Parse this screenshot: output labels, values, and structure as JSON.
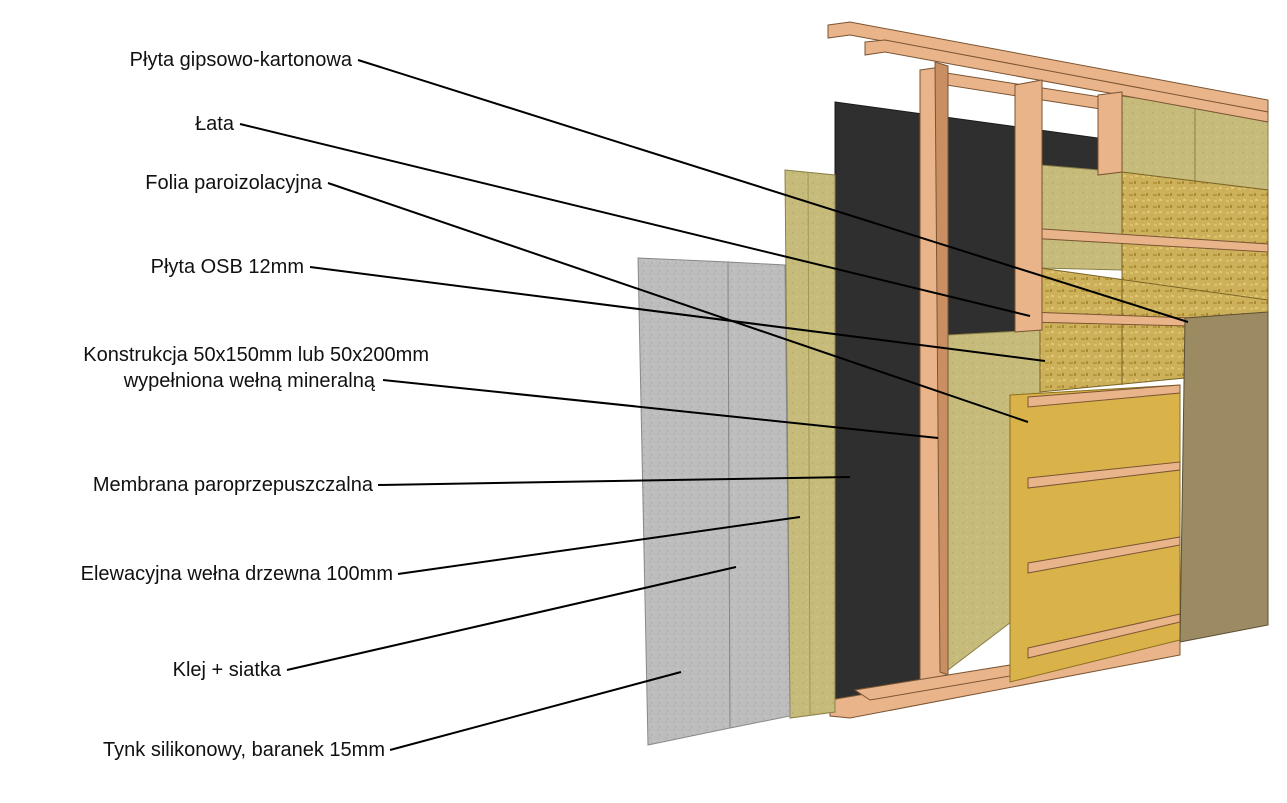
{
  "labels": {
    "gypsum": "Płyta gipsowo-kartonowa",
    "lath": "Łata",
    "vapor_foil": "Folia paroizolacyjna",
    "osb": "Płyta OSB 12mm",
    "structure_line1": "Konstrukcja 50x150mm lub 50x200mm",
    "structure_line2": "wypełniona wełną mineralną",
    "membrane": "Membrana paroprzepuszczalna",
    "wood_wool": "Elewacyjna wełna drzewna 100mm",
    "glue_mesh": "Klej + siatka",
    "plaster": "Tynk silikonowy, baranek 15mm"
  },
  "colors": {
    "timber": "#e9b48a",
    "timber_dark": "#c98f62",
    "mineral_wool": "#c9bd7c",
    "membrane": "#2f2f2f",
    "osb": "#cdb15a",
    "osb_yellow": "#d9b24a",
    "gypsum": "#9c8a63",
    "wood_wool": "#c6b66a",
    "plaster": "#b9b9b9",
    "leader": "#000000"
  }
}
